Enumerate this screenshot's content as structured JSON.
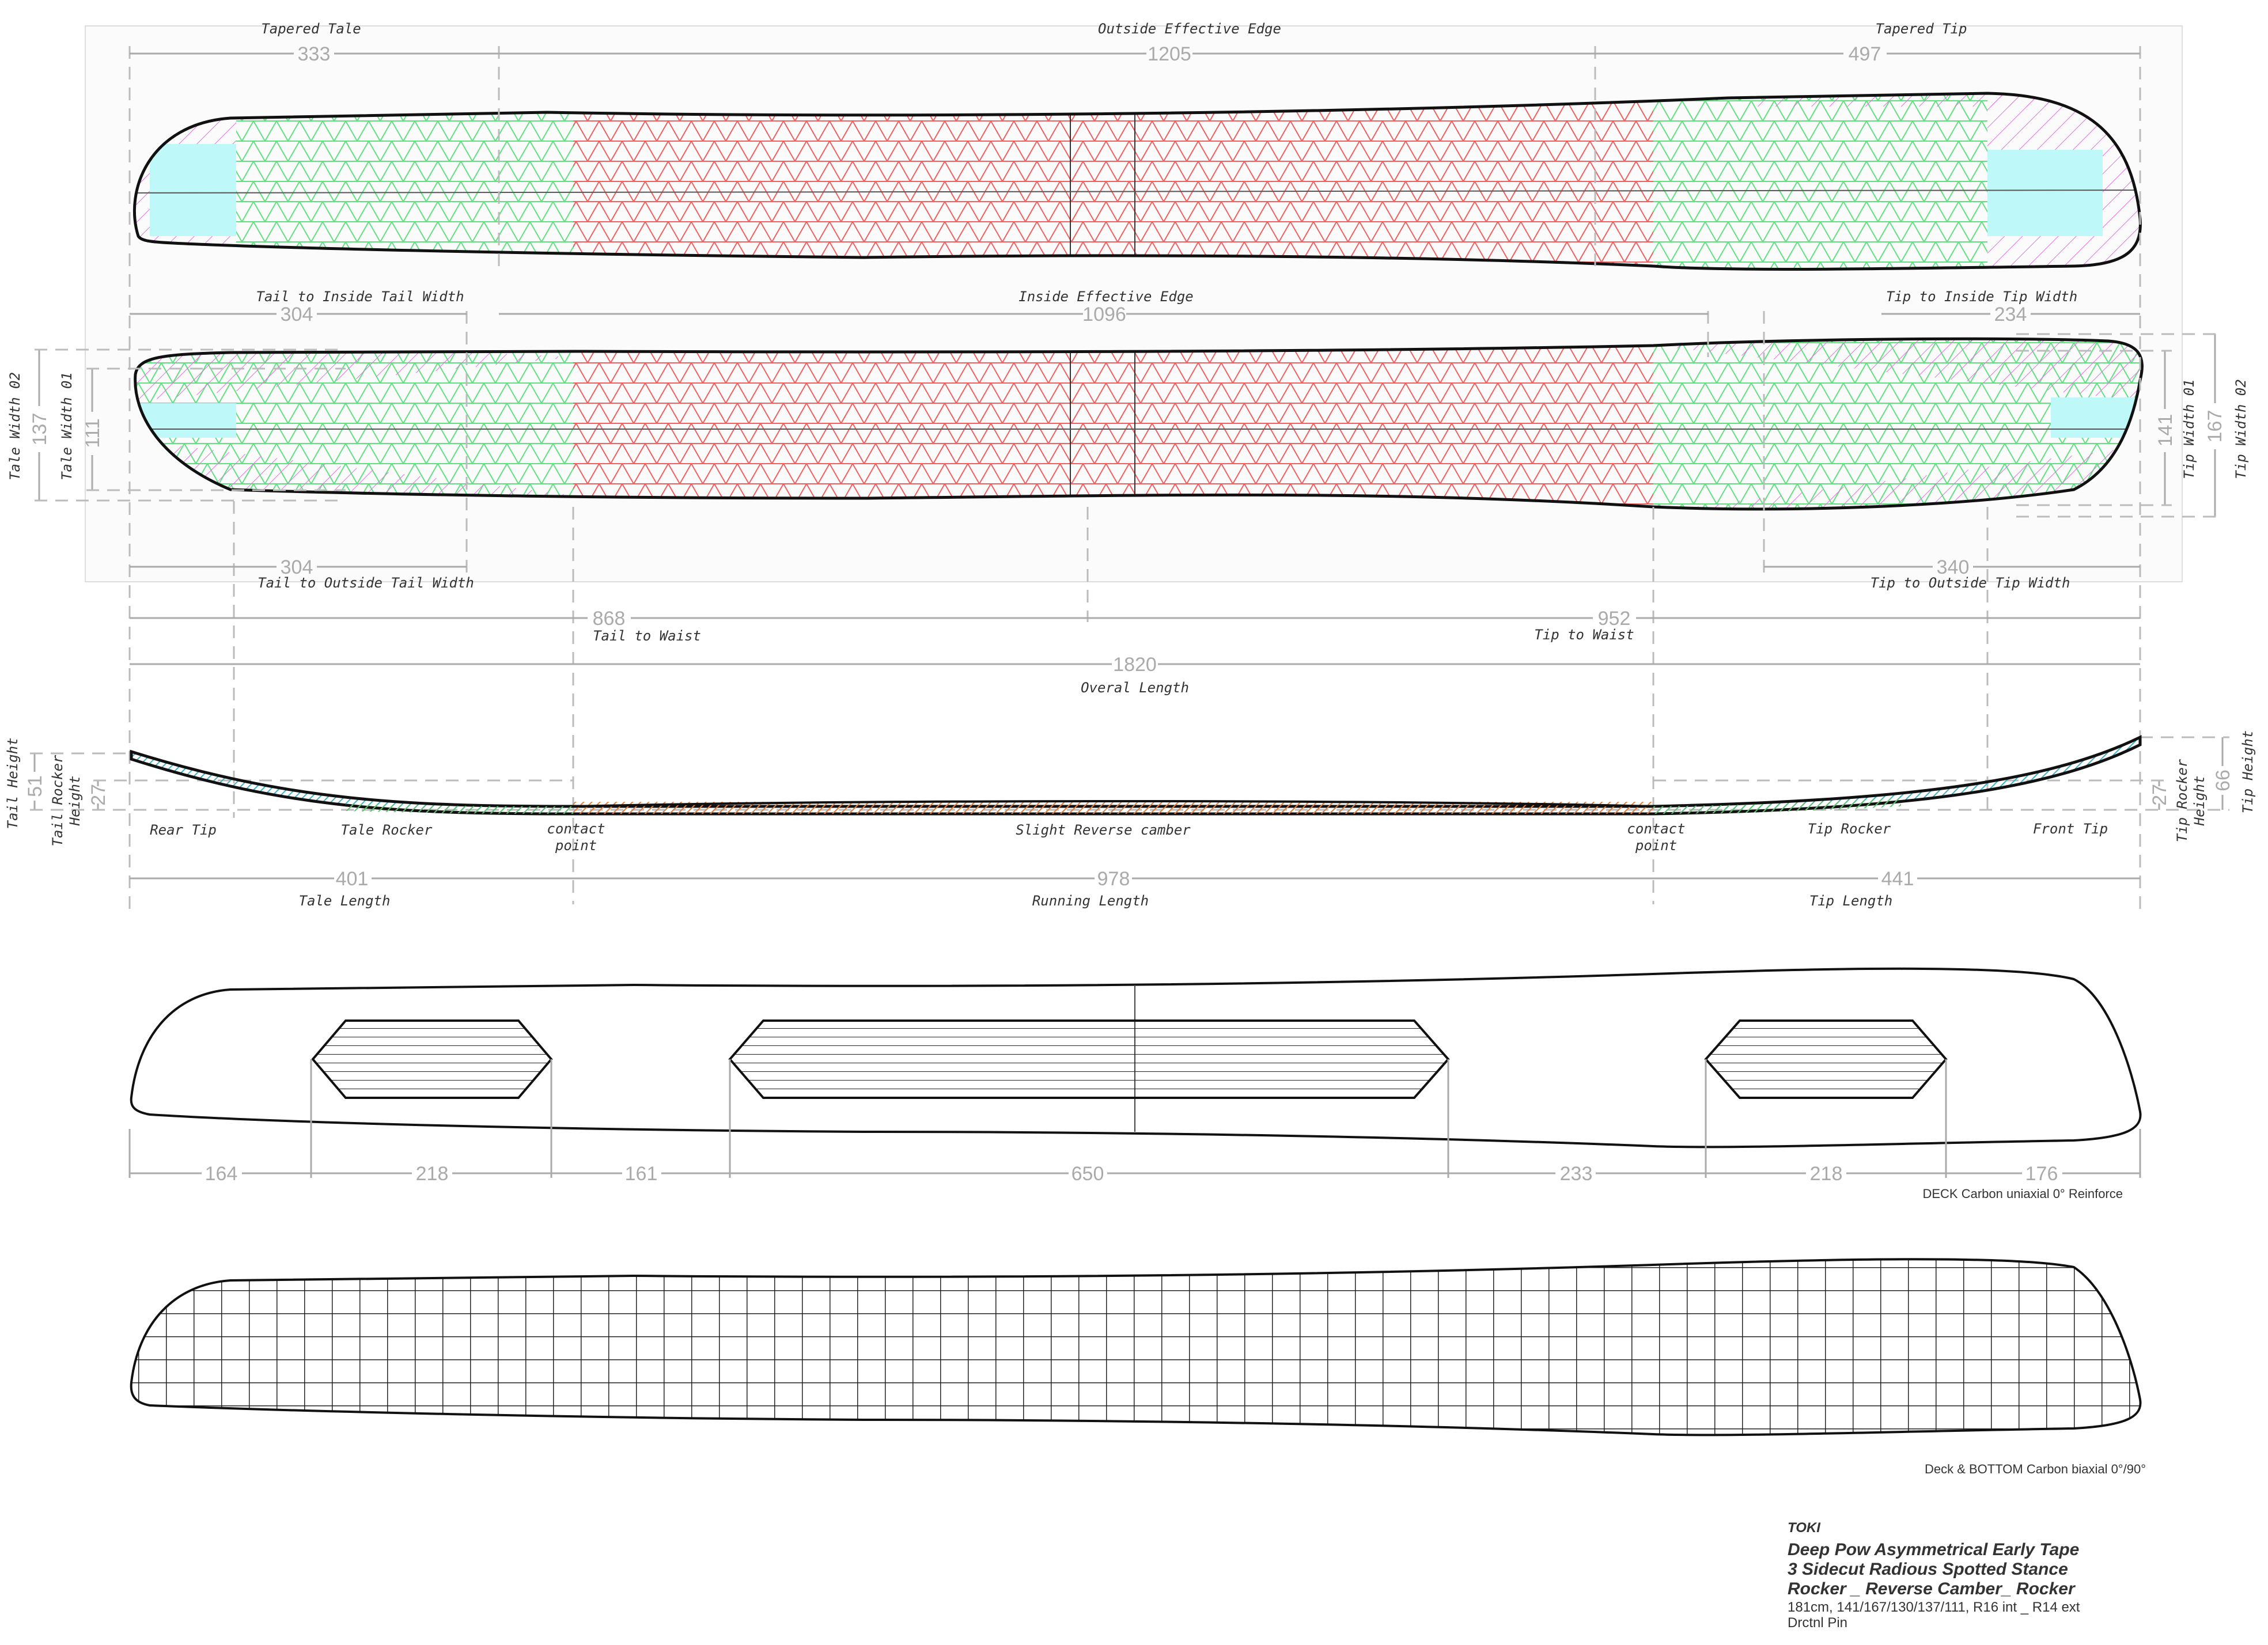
{
  "top_view": {
    "labels": {
      "tapered_tale": "Tapered Tale",
      "outside_effective_edge": "Outside Effective Edge",
      "tapered_tip": "Tapered Tip",
      "tail_to_inside": "Tail to Inside Tail Width",
      "inside_effective_edge": "Inside Effective Edge",
      "tip_to_inside": "Tip to Inside Tip Width",
      "tail_to_outside": "Tail to Outside Tail Width",
      "tip_to_outside": "Tip to Outside Tip Width",
      "tail_to_waist": "Tail to Waist",
      "tip_to_waist": "Tip to Waist",
      "overall_length": "Overal Length",
      "tale_width_02": "Tale Width 02",
      "tale_width_01": "Tale Width 01",
      "tip_width_01": "Tip Width 01",
      "tip_width_02": "Tip Width 02"
    },
    "dims": {
      "tapered_tale": "333",
      "outside_effective_edge": "1205",
      "tapered_tip": "497",
      "tail_to_inside": "304",
      "inside_effective_edge": "1096",
      "tip_to_inside": "234",
      "tail_to_outside": "304",
      "tip_to_outside": "340",
      "tail_to_waist": "868",
      "tip_to_waist": "952",
      "overall_length": "1820",
      "tale_width_02": "137",
      "tale_width_01": "111",
      "tip_width_01": "141",
      "tip_width_02": "167"
    }
  },
  "profile": {
    "labels": {
      "rear_tip": "Rear Tip",
      "tale_rocker": "Tale Rocker",
      "contact_point": "contact",
      "contact_point_2": "point",
      "slight_reverse_camber": "Slight Reverse camber",
      "tip_rocker": "Tip Rocker",
      "front_tip": "Front Tip",
      "tale_length": "Tale Length",
      "running_length": "Running Length",
      "tip_length": "Tip Length",
      "tail_height": "Tail Height",
      "tail_rocker_height_1": "Tail Rocker",
      "tail_rocker_height_2": "Height",
      "tip_rocker_height_1": "Tip Rocker",
      "tip_rocker_height_2": "Height",
      "tip_height": "Tip Height"
    },
    "dims": {
      "tale_length": "401",
      "running_length": "978",
      "tip_length": "441",
      "tail_height": "51",
      "tail_rocker_height": "27",
      "tip_rocker_height": "27",
      "tip_height": "66"
    }
  },
  "deck": {
    "dims": [
      "164",
      "218",
      "161",
      "650",
      "233",
      "218",
      "176"
    ],
    "caption": "DECK  Carbon uniaxial 0° Reinforce"
  },
  "grid": {
    "caption": "Deck & BOTTOM Carbon biaxial 0°/90°"
  },
  "title_block": {
    "brand": "TOKI",
    "lines": [
      "Deep Pow Asymmetrical Early Tape",
      "3 Sidecut Radious Spotted Stance",
      "Rocker _  Reverse Camber_  Rocker"
    ],
    "specs": "181cm, 141/167/130/137/111, R16 int _ R14 ext",
    "pin": "Drctnl Pin"
  },
  "colors": {
    "magenta": "#e070e0",
    "cyan": "#7ff0f0",
    "green": "#60e080",
    "red": "#f06060",
    "profile_blue": "#40b0c0",
    "profile_orange": "#e08040"
  }
}
